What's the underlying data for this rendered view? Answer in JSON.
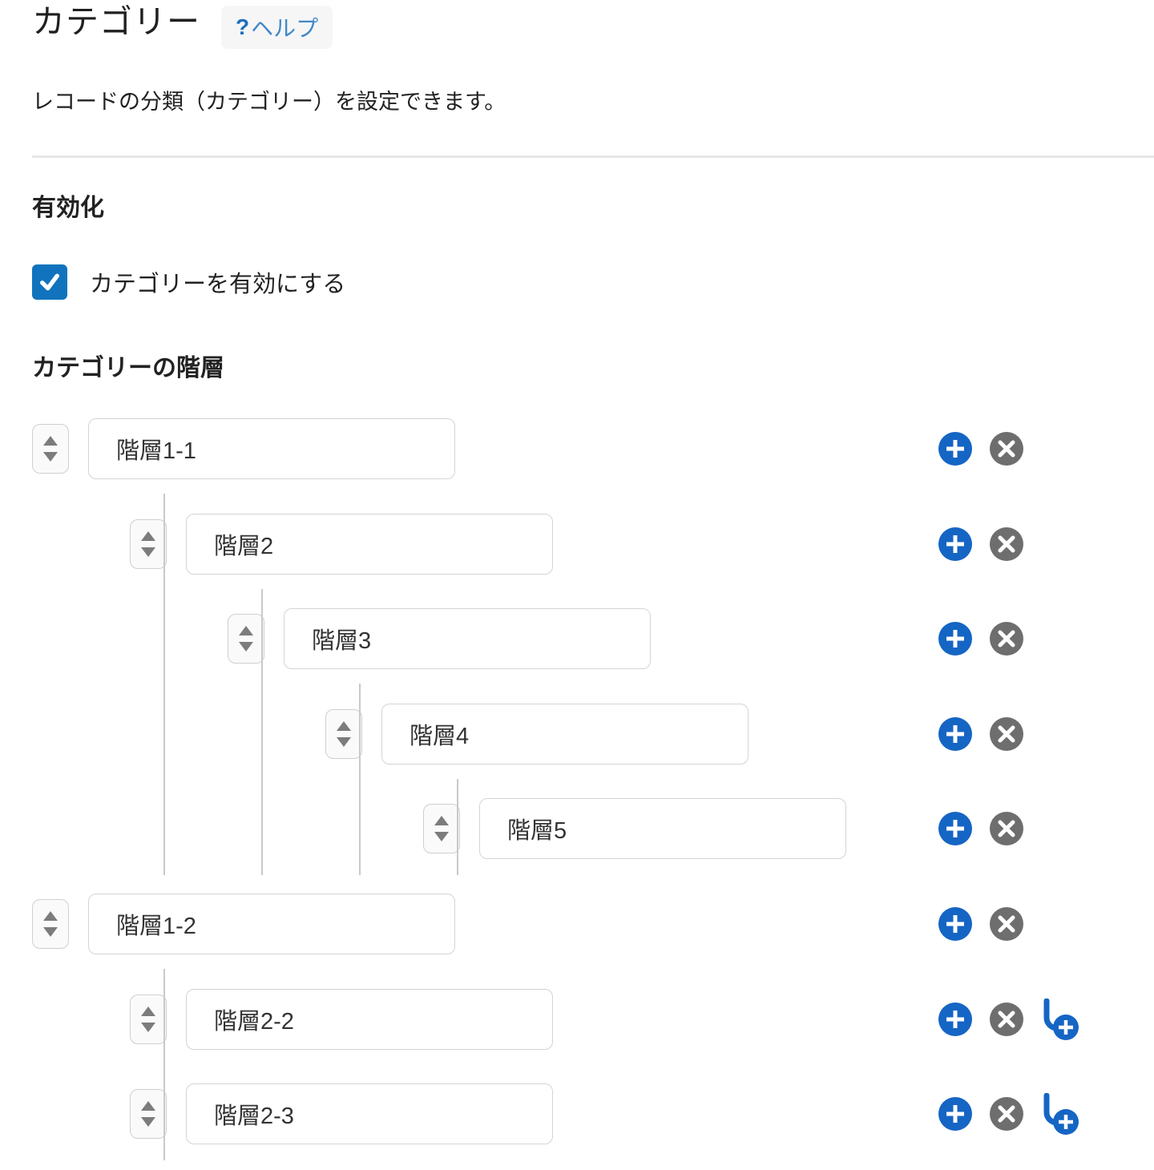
{
  "page": {
    "title": "カテゴリー",
    "help": {
      "q": "?",
      "label": "ヘルプ"
    },
    "description": "レコードの分類（カテゴリー）を設定できます。"
  },
  "activation": {
    "heading": "有効化",
    "checkbox_label": "カテゴリーを有効にする",
    "checked": true
  },
  "hierarchy": {
    "heading": "カテゴリーの階層",
    "rows": [
      {
        "value": "階層1-1",
        "level": 0,
        "add_child": false
      },
      {
        "value": "階層2",
        "level": 1,
        "add_child": false
      },
      {
        "value": "階層3",
        "level": 2,
        "add_child": false
      },
      {
        "value": "階層4",
        "level": 3,
        "add_child": false
      },
      {
        "value": "階層5",
        "level": 4,
        "add_child": false
      },
      {
        "value": "階層1-2",
        "level": 0,
        "add_child": false
      },
      {
        "value": "階層2-2",
        "level": 1,
        "add_child": true
      },
      {
        "value": "階層2-3",
        "level": 1,
        "add_child": true
      }
    ]
  },
  "icons": {
    "help": "question-mark-icon",
    "checkbox": "checkmark-icon",
    "spinner_up": "up-arrow-icon",
    "spinner_down": "down-arrow-icon",
    "add": "plus-circle-icon",
    "remove": "x-circle-icon",
    "add_child": "add-child-icon"
  },
  "colors": {
    "accent_blue": "#1565c4",
    "checkbox_blue": "#1173bd",
    "remove_gray": "#6e6e6e",
    "help_blue": "#4288c8",
    "connector_gray": "#c9c9c9",
    "input_border": "#d4d4d4"
  }
}
